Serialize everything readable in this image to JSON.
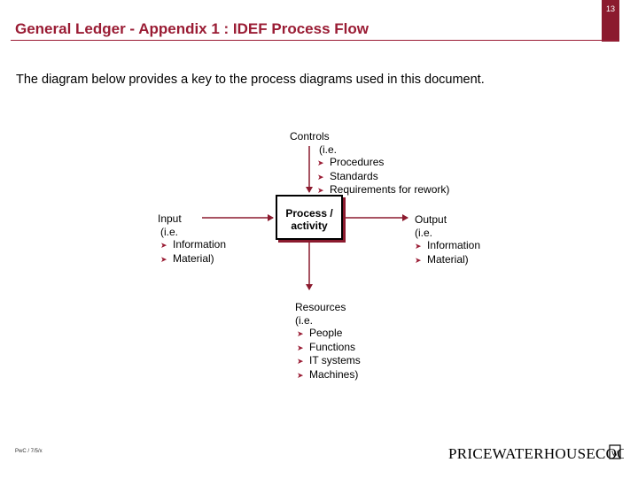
{
  "page_number": "13",
  "title": "General Ledger - Appendix 1 : IDEF Process Flow",
  "intro": "The diagram below provides a key to the process diagrams used in this document.",
  "colors": {
    "accent": "#9a1c34",
    "arrow": "#8b1a2e"
  },
  "controls": {
    "heading": "Controls",
    "sub": "(i.e.",
    "items": [
      "Procedures",
      "Standards",
      "Requirements for rework)"
    ]
  },
  "input": {
    "heading": "Input",
    "sub": "(i.e.",
    "items": [
      "Information",
      "Material)"
    ]
  },
  "process": {
    "line1": "Process /",
    "line2": "activity"
  },
  "output": {
    "heading": "Output",
    "sub": "(i.e.",
    "items": [
      "Information",
      "Material)"
    ]
  },
  "resources": {
    "heading": "Resources",
    "sub": "(i.e.",
    "items": [
      "People",
      "Functions",
      "IT systems",
      "Machines)"
    ]
  },
  "footer_ref": "PwC / 7/5/x",
  "logo_text": "PRICEWATERHOUSECOOPERS",
  "bullet_icon": "chevron-right-icon"
}
